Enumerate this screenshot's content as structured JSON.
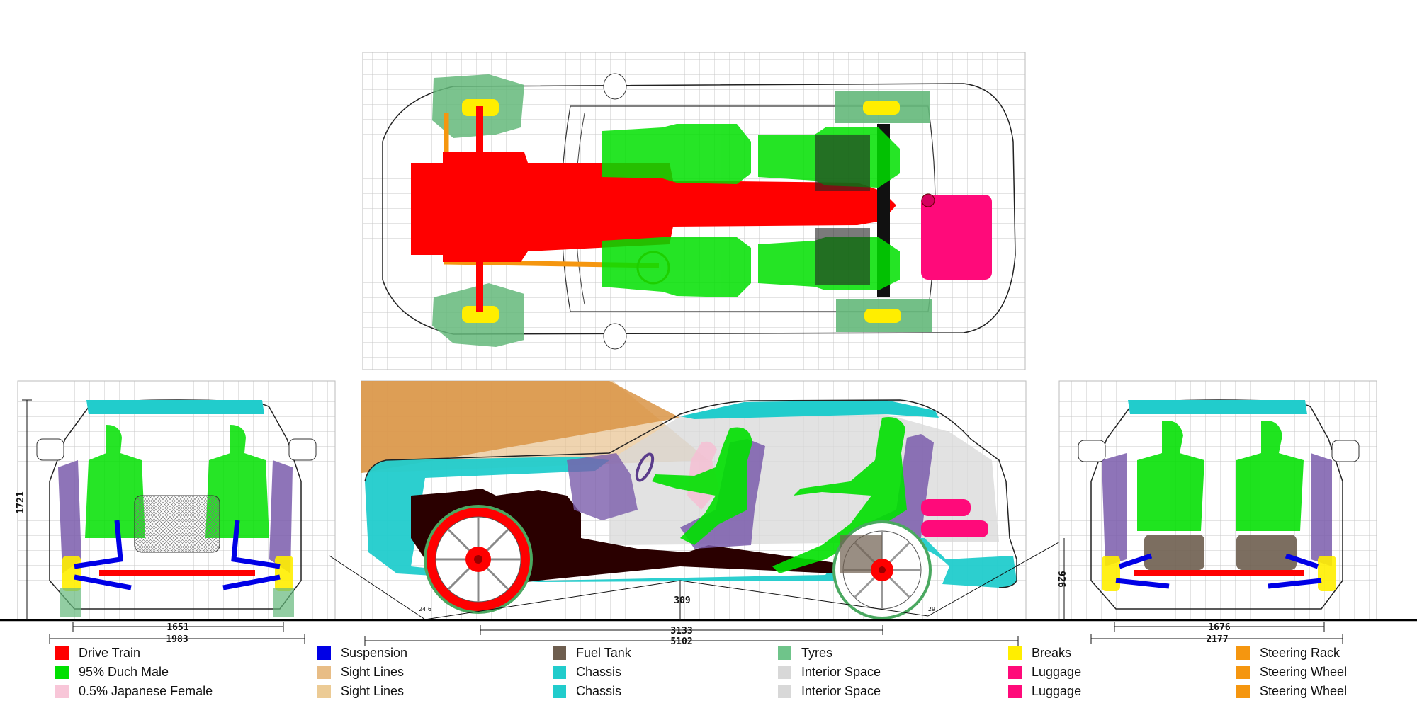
{
  "dimensions": {
    "front_track": "1651",
    "front_width": "1983",
    "height": "1721",
    "ground_clearance": "309",
    "wheelbase": "3133",
    "length": "5102",
    "rear_overhang_height": "926",
    "rear_track": "1676",
    "rear_width": "2177",
    "approach_angle": "24.6",
    "departure_angle": "29"
  },
  "colors": {
    "drive_train": "#ff0000",
    "male": "#00e000",
    "female": "#f5bfd4",
    "suspension": "#0000e6",
    "sight_lines": "#d99445",
    "sight_lines_light": "#e8c28f",
    "fuel_tank": "#6e5e4f",
    "chassis": "#21cccc",
    "tyres": "#64b87a",
    "interior": "#d8d8d8",
    "brakes": "#ffee00",
    "luggage": "#ff0a7a",
    "steering": "#f5960f",
    "seat": "#7a5cab",
    "engine_dark": "#2a0000"
  },
  "legend": {
    "columns": [
      [
        {
          "label": "Drive Train",
          "color": "#ff0000"
        },
        {
          "label": "95% Duch Male",
          "color": "#00e000"
        },
        {
          "label": "0.5% Japanese Female",
          "color": "#f8c6d8"
        }
      ],
      [
        {
          "label": "Suspension",
          "color": "#0000e6"
        },
        {
          "label": "Sight Lines",
          "color": "#e8bd86"
        },
        {
          "label": "Sight Lines",
          "color": "#eccb95"
        }
      ],
      [
        {
          "label": "Fuel Tank",
          "color": "#6e5e4f"
        },
        {
          "label": "Chassis",
          "color": "#21cccc"
        },
        {
          "label": "Chassis",
          "color": "#21cccc"
        }
      ],
      [
        {
          "label": "Tyres",
          "color": "#6fc48a"
        },
        {
          "label": "Interior Space",
          "color": "#d8d8d8"
        },
        {
          "label": "Interior Space",
          "color": "#d8d8d8"
        }
      ],
      [
        {
          "label": "Breaks",
          "color": "#ffee00"
        },
        {
          "label": "Luggage",
          "color": "#ff0a7a"
        },
        {
          "label": "Luggage",
          "color": "#ff0a7a"
        }
      ],
      [
        {
          "label": "Steering Rack",
          "color": "#f5960f"
        },
        {
          "label": "Steering Wheel",
          "color": "#f5960f"
        },
        {
          "label": "Steering Wheel",
          "color": "#f5960f"
        }
      ]
    ]
  }
}
